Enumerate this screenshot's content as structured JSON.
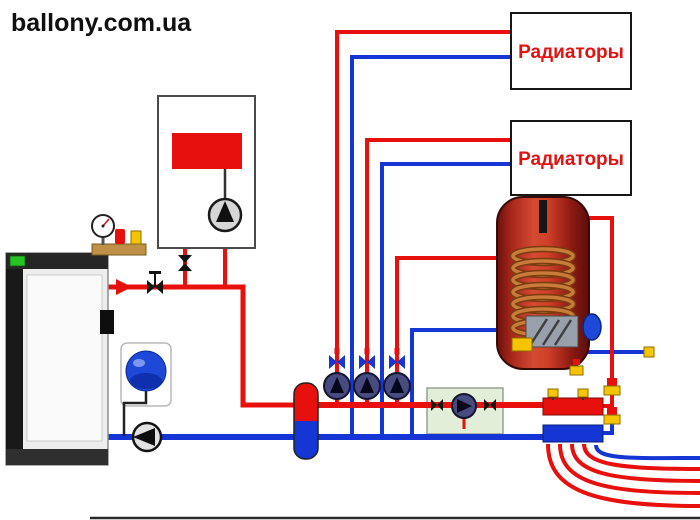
{
  "site": {
    "logo_text": "ballony.com.ua"
  },
  "labels": {
    "radiators_top": "Радиаторы",
    "radiators_bottom": "Радиаторы"
  },
  "colors": {
    "supply_red": "#e8100c",
    "return_blue": "#1536d4",
    "label_red": "#e01212",
    "valve_yellow": "#f6c400",
    "copper": "#c97b3a"
  }
}
